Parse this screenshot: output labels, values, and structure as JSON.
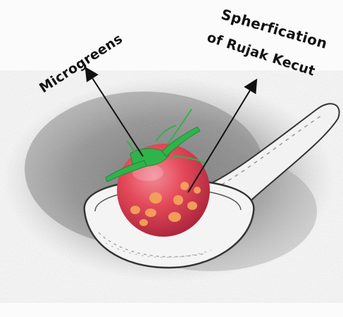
{
  "labels": {
    "microgreens": "Microgreens",
    "spherification_line1": "Spherfication",
    "spherification_line2": "of Rujak Kecut"
  },
  "colors": {
    "sphere_red": "#e44a5a",
    "sphere_dark": "#b3263a",
    "orange_dots": "#f3a35a",
    "microgreens": "#2fb34a",
    "spoon_outline": "#333333",
    "shading": "#7a7a7a"
  }
}
